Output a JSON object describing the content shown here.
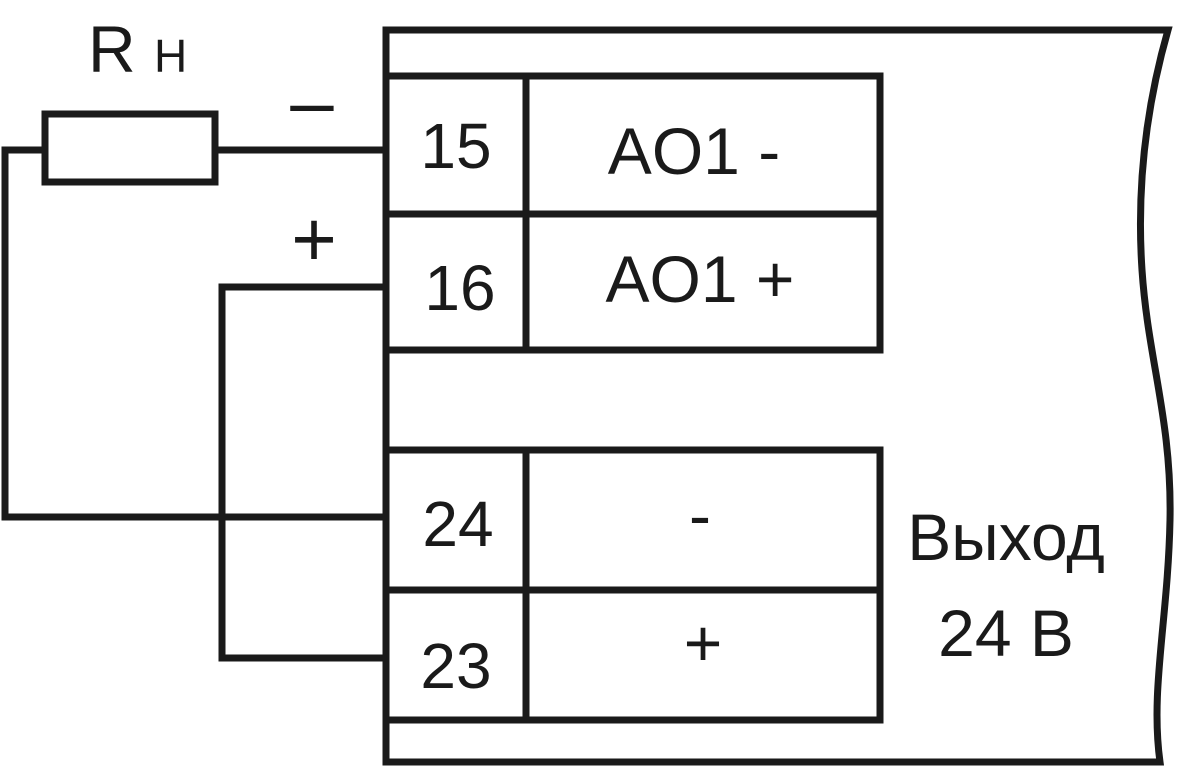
{
  "resistor": {
    "label_main": "R",
    "label_sub": "H"
  },
  "wire_signs": {
    "minus": "–",
    "plus": "+"
  },
  "terminals": {
    "t15": {
      "pin": "15",
      "signal": "AO1 -"
    },
    "t16": {
      "pin": "16",
      "signal": "AO1 +"
    },
    "t24": {
      "pin": "24",
      "signal": "-"
    },
    "t23": {
      "pin": "23",
      "signal": "+"
    }
  },
  "power_output": {
    "line1": "Выход",
    "line2": "24 В"
  },
  "colors": {
    "line": "#1a1a1a",
    "background": "#ffffff"
  }
}
